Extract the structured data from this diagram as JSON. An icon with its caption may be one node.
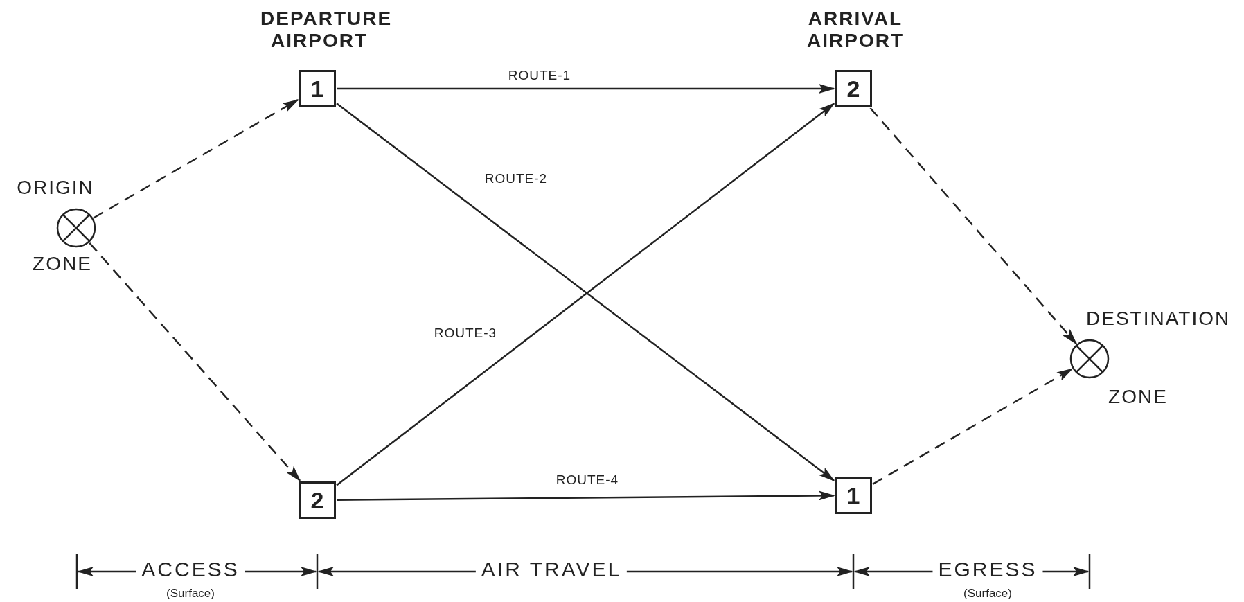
{
  "diagram": {
    "nodes": [
      {
        "text": [
          "ORIGIN",
          "ZONE"
        ]
      },
      {
        "text": [
          "DEPARTURE AIRPORT",
          "1"
        ]
      },
      {
        "text": [
          "2"
        ]
      },
      {
        "text": [
          "ARRIVAL AIRPORT",
          "2"
        ]
      },
      {
        "text": [
          "1"
        ]
      },
      {
        "text": [
          "DESTINATION",
          "ZONE"
        ]
      }
    ],
    "edges": [
      {
        "from": 0,
        "to": 1,
        "arrow": "to",
        "style": "dashed"
      },
      {
        "from": 0,
        "to": 2,
        "arrow": "to",
        "style": "dashed"
      },
      {
        "from": 1,
        "to": 3,
        "arrow": "to",
        "label": "ROUTE-1"
      },
      {
        "from": 1,
        "to": 4,
        "arrow": "to",
        "label": "ROUTE-2"
      },
      {
        "from": 2,
        "to": 3,
        "arrow": "to",
        "label": "ROUTE-3"
      },
      {
        "from": 2,
        "to": 4,
        "arrow": "to",
        "label": "ROUTE-4"
      },
      {
        "from": 3,
        "to": 5,
        "arrow": "to",
        "style": "dashed"
      },
      {
        "from": 4,
        "to": 5,
        "arrow": "to",
        "style": "dashed"
      }
    ],
    "labels": [
      "ACCESS",
      "(Surface)",
      "AIR TRAVEL",
      "EGRESS",
      "(Surface)"
    ]
  }
}
